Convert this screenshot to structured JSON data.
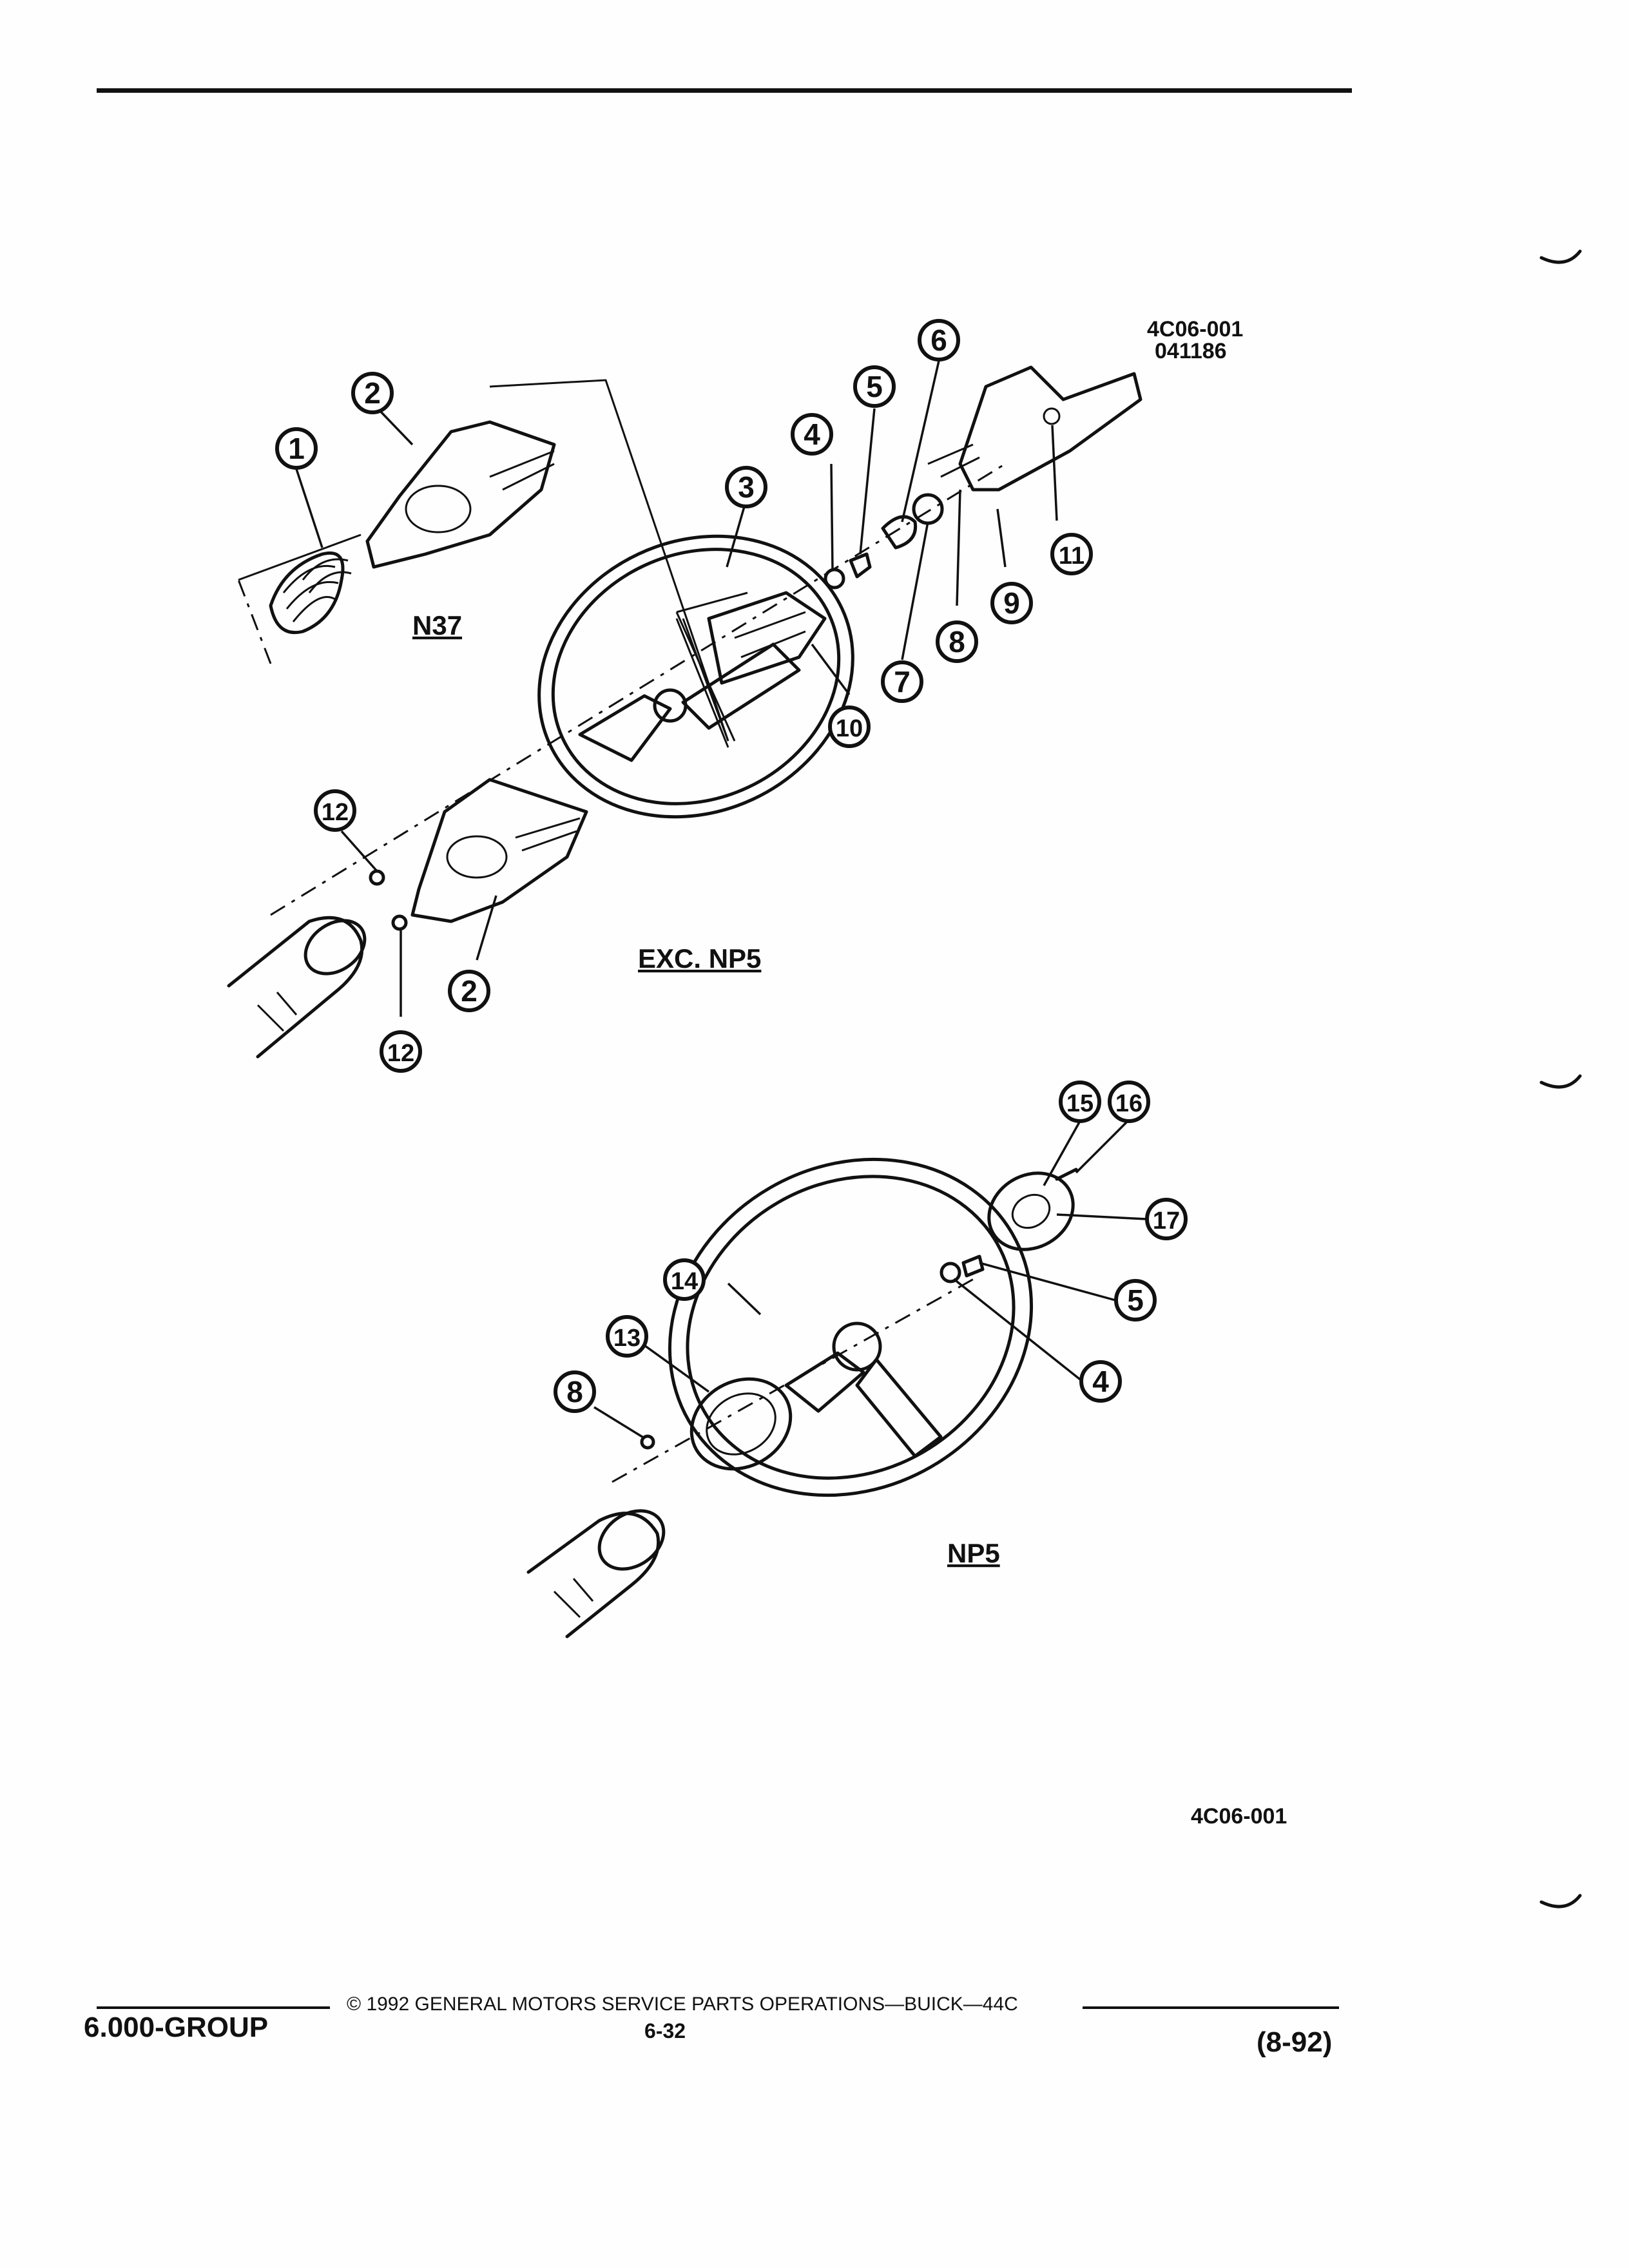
{
  "header": {
    "figure_code": "4C06-001",
    "figure_date": "041186"
  },
  "diagram": {
    "views": [
      {
        "label": "N37"
      },
      {
        "label": "EXC. NP5"
      },
      {
        "label": "NP5"
      }
    ],
    "callouts": [
      "1",
      "2",
      "3",
      "4",
      "5",
      "6",
      "7",
      "8",
      "9",
      "10",
      "11",
      "12",
      "2",
      "12",
      "15",
      "16",
      "17",
      "5",
      "14",
      "13",
      "4",
      "8"
    ]
  },
  "figure_ref": "4C06-001",
  "footer": {
    "group": "6.000-GROUP",
    "copyright": "© 1992 GENERAL MOTORS SERVICE PARTS OPERATIONS—BUICK—44C",
    "page_number": "6-32",
    "revision": "(8-92)"
  }
}
